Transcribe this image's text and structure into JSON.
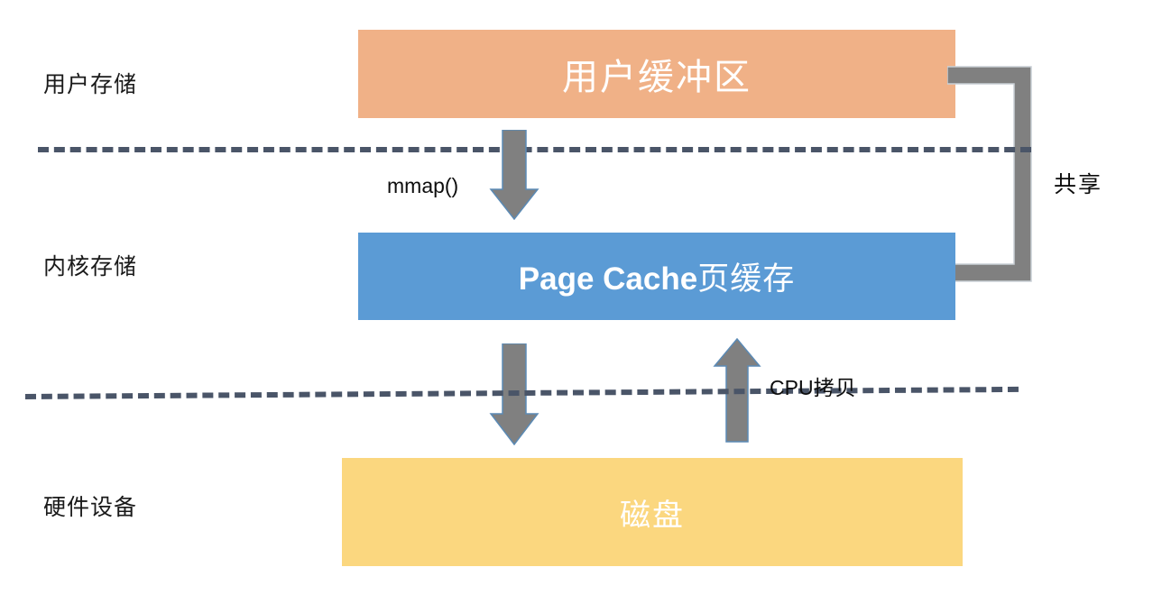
{
  "diagram": {
    "title": "mmap zero-copy data flow",
    "row_labels": [
      {
        "id": "user-storage",
        "text": "用户存储"
      },
      {
        "id": "kernel-storage",
        "text": "内核存储"
      },
      {
        "id": "hardware-device",
        "text": "硬件设备"
      }
    ],
    "boxes": [
      {
        "id": "user-buffer",
        "text": "用户缓冲区",
        "color": "#F0B187",
        "text_color": "#FFFFFF"
      },
      {
        "id": "page-cache",
        "text_latin": "Page Cache",
        "text_cjk": "页缓存",
        "color": "#5B9BD5",
        "text_color": "#FFFFFF"
      },
      {
        "id": "disk",
        "text": "磁盘",
        "color": "#FBD77F",
        "text_color": "#FFFFFF"
      }
    ],
    "arrows": [
      {
        "id": "mmap-arrow",
        "label": "mmap()",
        "direction": "down",
        "color": "#808080"
      },
      {
        "id": "writeback-arrow",
        "label": "",
        "direction": "down",
        "color": "#808080"
      },
      {
        "id": "cpu-copy-arrow",
        "label": "CPU拷贝",
        "direction": "up",
        "color": "#808080"
      }
    ],
    "annotations": [
      {
        "id": "mmap-label",
        "text": "mmap()"
      },
      {
        "id": "cpu-copy-label",
        "text_latin": "CPU",
        "text_cjk": "拷贝"
      },
      {
        "id": "share-label",
        "text": "共享"
      }
    ],
    "connector": {
      "id": "share-bracket",
      "color": "#808080",
      "description": "bracket linking user buffer and page cache"
    },
    "separators": [
      {
        "id": "user-kernel-boundary",
        "style": "dashed",
        "color": "#4A5568"
      },
      {
        "id": "kernel-hardware-boundary",
        "style": "dashed",
        "color": "#4A5568"
      }
    ],
    "palette": {
      "background": "#FFFFFF",
      "orange": "#F0B187",
      "blue": "#5B9BD5",
      "yellow": "#FBD77F",
      "gray": "#808080",
      "gray_stroke": "#5B8AB5",
      "dash": "#4A5568",
      "text": "#1A1A1A"
    }
  }
}
